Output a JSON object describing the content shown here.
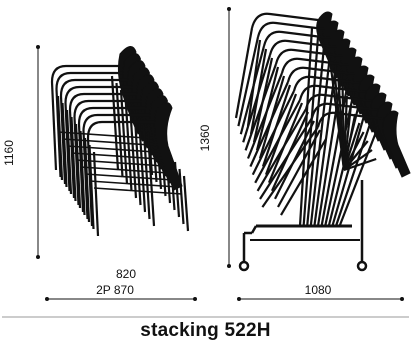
{
  "left_stack": {
    "height_label": "1160",
    "depth_label": "820",
    "depth_label_2p": "2P 870"
  },
  "right_stack": {
    "height_label": "1360",
    "depth_label": "1080"
  },
  "caption": "stacking 522H"
}
